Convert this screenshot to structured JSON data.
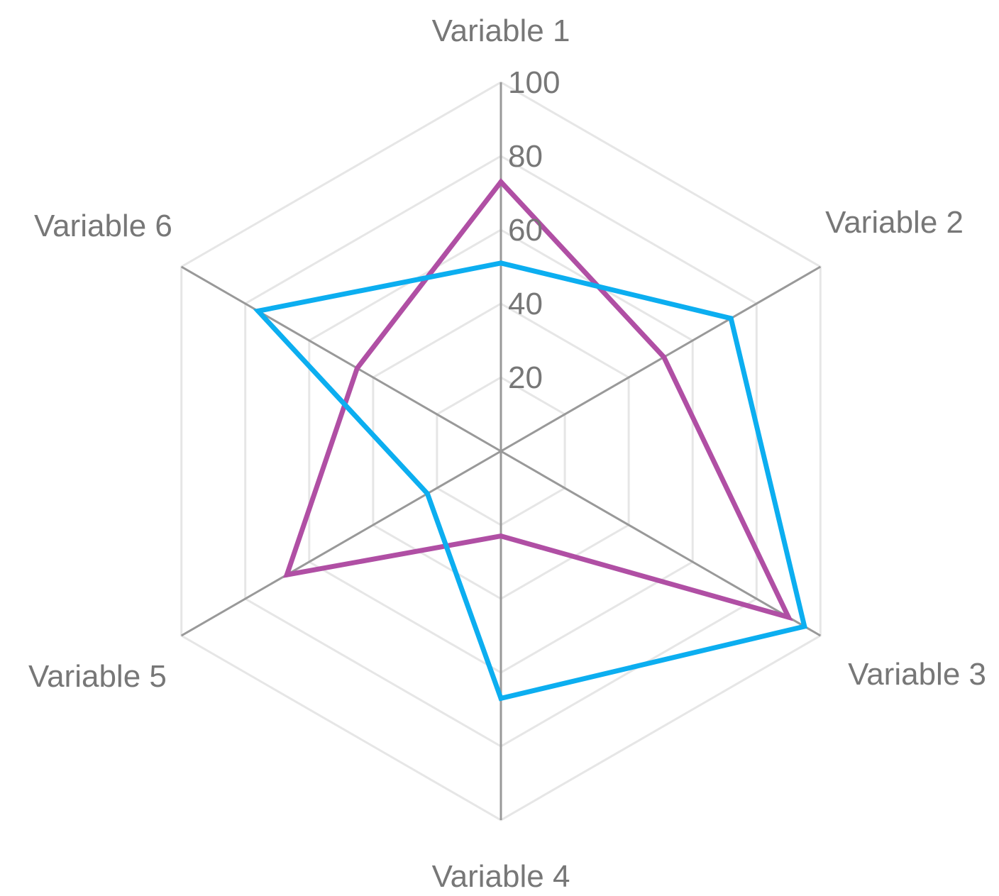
{
  "chart_data": {
    "type": "radar",
    "title": "",
    "categories": [
      "Variable 1",
      "Variable 2",
      "Variable 3",
      "Variable 4",
      "Variable 5",
      "Variable 6"
    ],
    "rmin": 0,
    "rmax": 100,
    "ticks": [
      20,
      40,
      60,
      80,
      100
    ],
    "tick_labels": [
      "20",
      "40",
      "60",
      "80",
      "100"
    ],
    "grid": true,
    "legend": "none",
    "series": [
      {
        "values": [
          73,
          51,
          90,
          23,
          67,
          45
        ],
        "color": "#b04fa4"
      },
      {
        "values": [
          51,
          72,
          95,
          67,
          23,
          76
        ],
        "color": "#0caef0"
      }
    ],
    "colors": {
      "grid": "#e6e6e6",
      "axis": "#999999",
      "text": "#777777"
    }
  }
}
